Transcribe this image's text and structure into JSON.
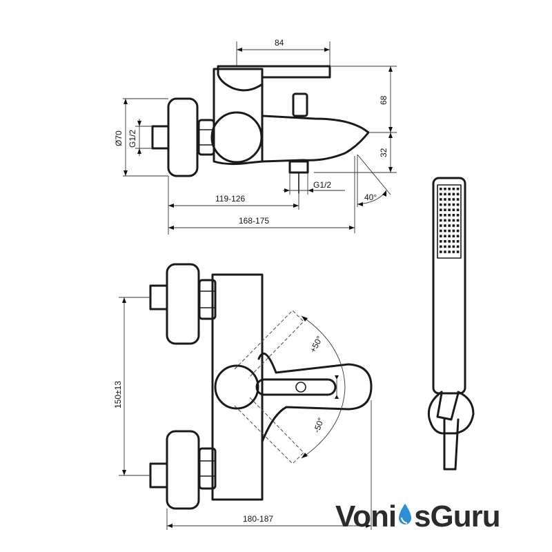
{
  "dimensions": {
    "top_width": "84",
    "height_upper": "68",
    "height_lower": "32",
    "body_diameter": "Ø70",
    "inlet_thread_side": "G1/2",
    "outlet_thread": "G1/2",
    "spout_angle": "40°",
    "depth_inlet_to_outlet": "119-126",
    "depth_total": "168-175",
    "handle_rotation_up": "+50°",
    "handle_rotation_down": "-50°",
    "centers": "150±13",
    "projection_plan": "180-187"
  },
  "brand": {
    "name_part1": "Voni",
    "name_part2": "s",
    "name_part3": "Guru",
    "drop_color": "#2a8fd6",
    "text_color": "#2b2b2b"
  }
}
